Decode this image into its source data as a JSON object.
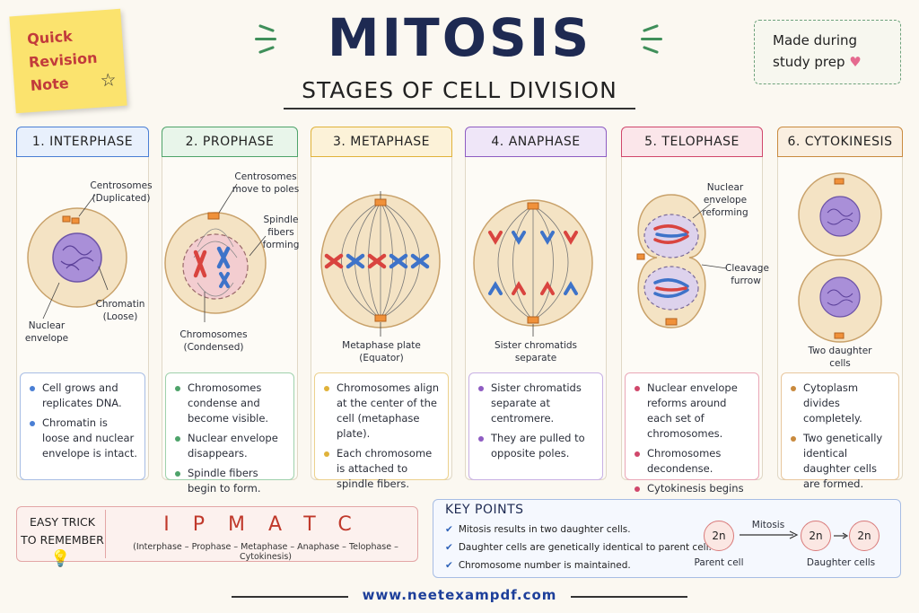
{
  "sticky": {
    "line1": "Quick",
    "line2": "Revision",
    "line3": "Note",
    "icon": "star-icon"
  },
  "header": {
    "title": "MITOSIS",
    "subtitle": "STAGES OF CELL DIVISION"
  },
  "made_note": {
    "line1": "Made during",
    "line2": "study prep",
    "icon": "heart-icon"
  },
  "stages": [
    {
      "heading": "1. INTERPHASE",
      "color": "#4a7fd4",
      "bg": "#e8f0fc",
      "labels": [
        "Centrosomes (Duplicated)",
        "Chromatin (Loose)",
        "Nuclear envelope"
      ],
      "bullets": [
        "Cell grows and replicates DNA.",
        "Chromatin is loose and nuclear envelope is intact."
      ]
    },
    {
      "heading": "2. PROPHASE",
      "color": "#4ea36a",
      "bg": "#e8f5ea",
      "labels": [
        "Centrosomes move to poles",
        "Spindle fibers forming",
        "Chromosomes (Condensed)"
      ],
      "bullets": [
        "Chromosomes condense and become visible.",
        "Nuclear envelope disappears.",
        "Spindle fibers begin to form."
      ]
    },
    {
      "heading": "3. METAPHASE",
      "color": "#e0b23a",
      "bg": "#fcf2d8",
      "labels": [
        "Metaphase plate (Equator)"
      ],
      "bullets": [
        "Chromosomes align at the center of the cell (metaphase plate).",
        "Each chromosome is attached to spindle fibers."
      ]
    },
    {
      "heading": "4. ANAPHASE",
      "color": "#8e5cc2",
      "bg": "#efe6f8",
      "labels": [
        "Sister chromatids separate"
      ],
      "bullets": [
        "Sister chromatids separate at centromere.",
        "They are pulled to opposite poles."
      ]
    },
    {
      "heading": "5. TELOPHASE",
      "color": "#d0476b",
      "bg": "#fbe6ea",
      "labels": [
        "Nuclear envelope reforming",
        "Cleavage furrow"
      ],
      "bullets": [
        "Nuclear envelope reforms around each set of chromosomes.",
        "Chromosomes decondense.",
        "Cytokinesis begins (cleavage furrow forms)."
      ]
    },
    {
      "heading": "6. CYTOKINESIS",
      "color": "#c98a3e",
      "bg": "#faefe0",
      "labels": [
        "Two daughter cells"
      ],
      "bullets": [
        "Cytoplasm divides completely.",
        "Two genetically identical daughter cells are formed."
      ]
    }
  ],
  "trick": {
    "label_line1": "EASY TRICK",
    "label_line2": "TO REMEMBER",
    "mnemonic": "IPMATC",
    "expansion": "(Interphase – Prophase – Metaphase – Anaphase – Telophase – Cytokinesis)"
  },
  "key_points": {
    "title": "KEY POINTS",
    "items": [
      "Mitosis results in two daughter cells.",
      "Daughter cells are genetically identical to parent cell.",
      "Chromosome number is maintained."
    ],
    "parent_value": "2n",
    "daughter_value": "2n",
    "arrow_label": "Mitosis",
    "parent_label": "Parent cell",
    "daughter_label": "Daughter cells"
  },
  "footer": {
    "url": "www.neetexampdf.com"
  }
}
